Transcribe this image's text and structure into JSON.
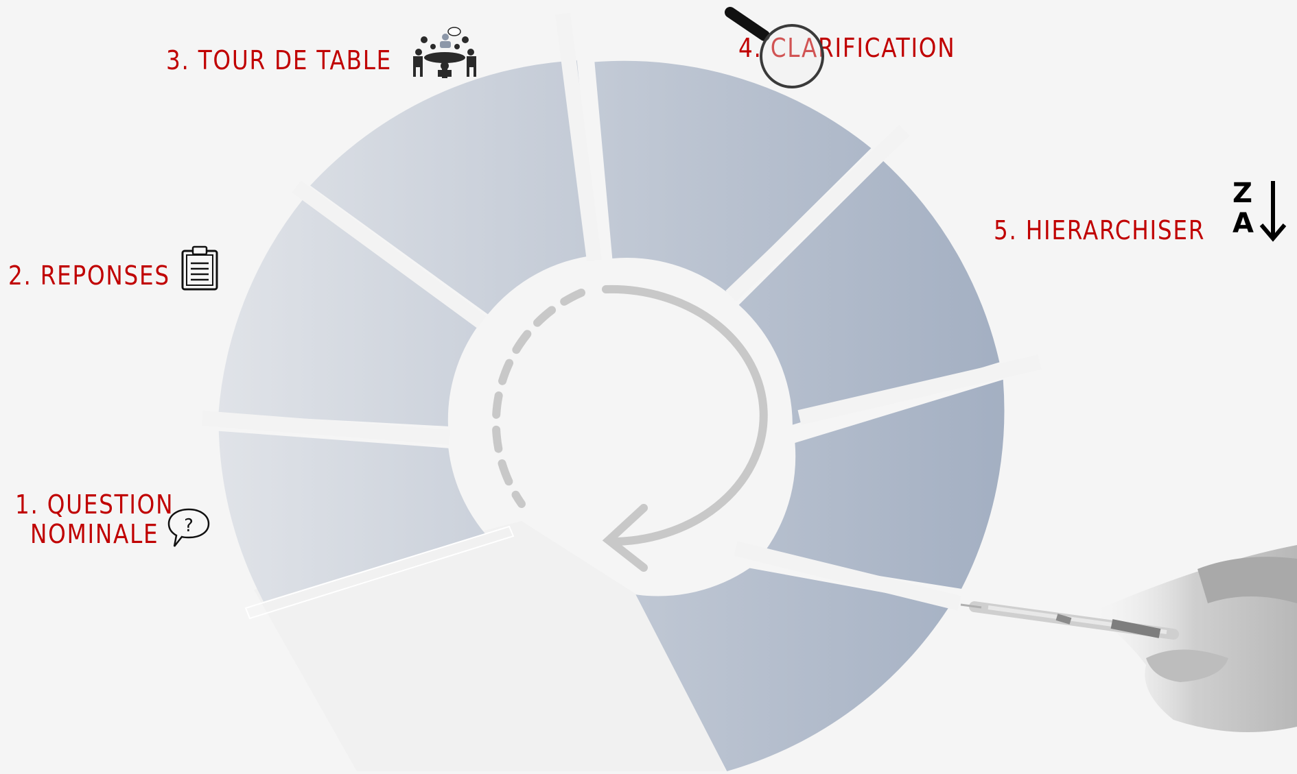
{
  "steps": [
    {
      "label": "1. QUESTION",
      "label_line2": "NOMINALE",
      "icon": "speech-bubble-question-icon"
    },
    {
      "label": "2. REPONSES",
      "icon": "clipboard-icon"
    },
    {
      "label": "3. TOUR DE TABLE",
      "icon": "round-table-meeting-icon"
    },
    {
      "label": "4. CLARIFICATION",
      "icon": "magnifying-glass-icon"
    },
    {
      "label": "5. HIERARCHISER",
      "icon": "sort-z-a-descending-icon"
    }
  ],
  "sort_icon_letters": {
    "top": "Z",
    "bottom": "A"
  },
  "colors": {
    "label_red": "#c00000",
    "segment_light": "#e0e3e8",
    "segment_dark": "#a3afc2",
    "background": "#f5f5f5",
    "arrow_gray": "#c8c8c8"
  }
}
